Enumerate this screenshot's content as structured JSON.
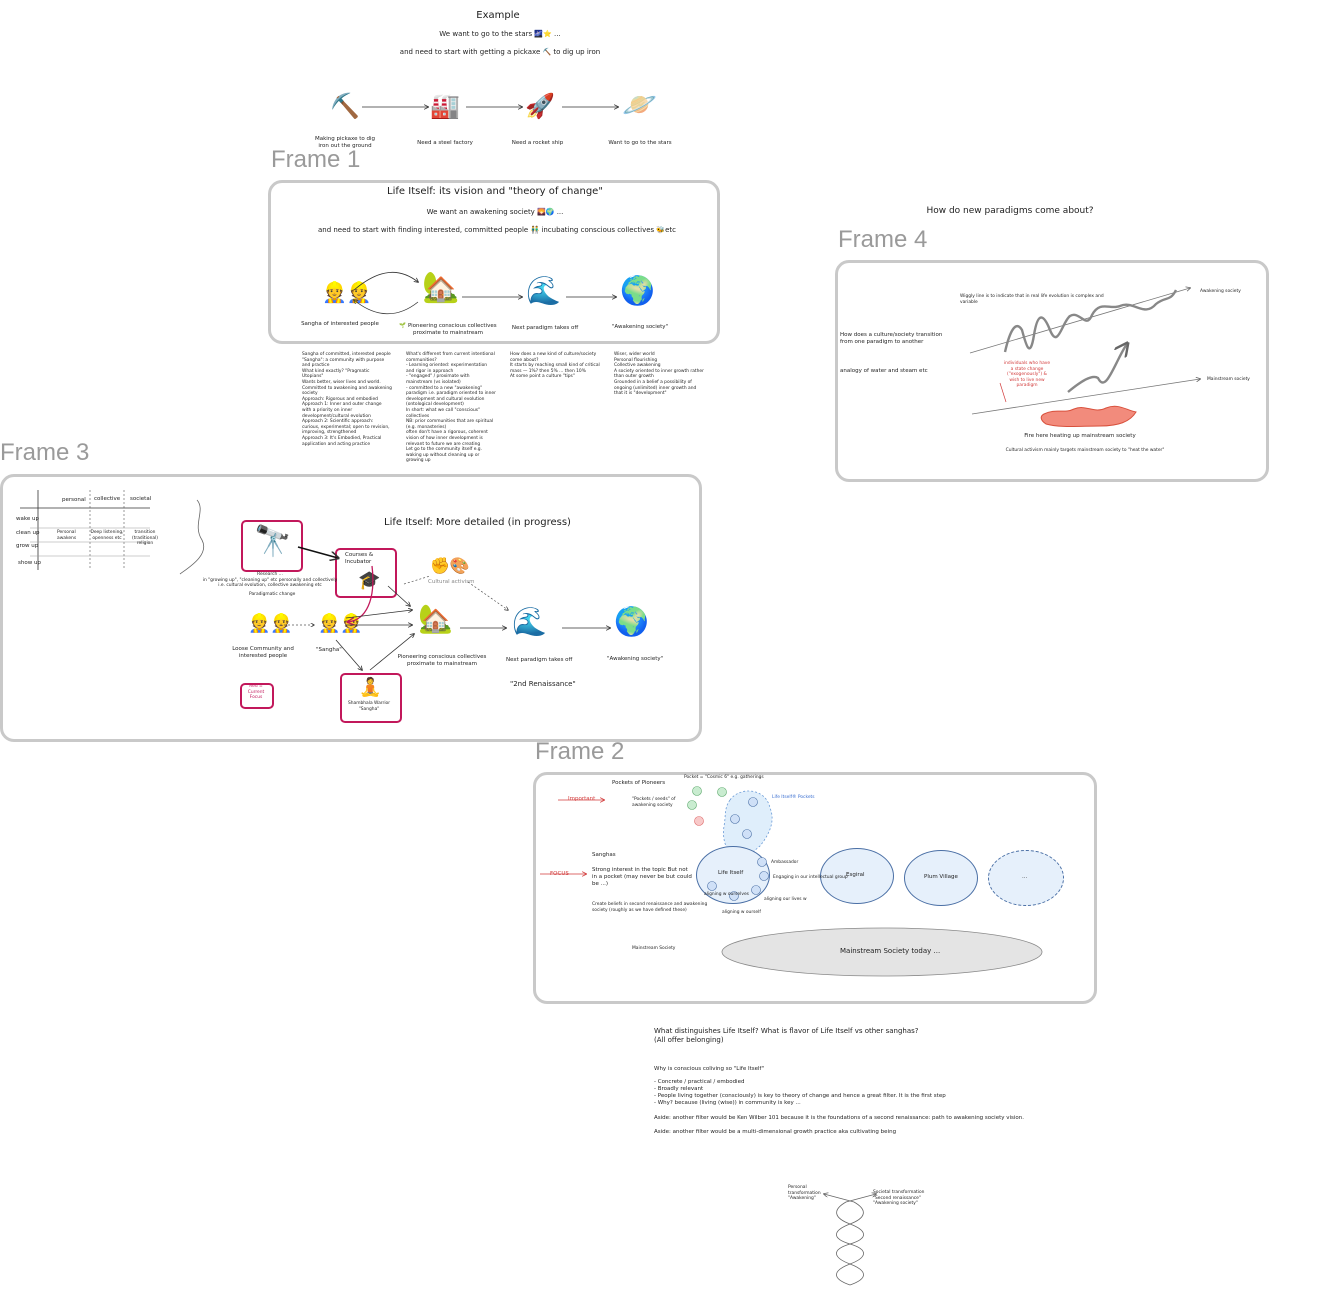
{
  "frames": {
    "frame1_label": "Frame 1",
    "frame2_label": "Frame 2",
    "frame3_label": "Frame 3",
    "frame4_label": "Frame 4"
  },
  "example": {
    "title": "Example",
    "line1": "We want to go to the stars 🌌⭐ ...",
    "line2": "and need to start with getting a pickaxe ⛏️ to dig up iron",
    "icons": [
      "⛏️",
      "🏭",
      "🚀",
      "🪐"
    ],
    "labels": [
      "Making pickaxe to dig iron out the ground",
      "Need a steel factory",
      "Need a rocket ship",
      "Want to go to the stars"
    ]
  },
  "frame1": {
    "title": "Life Itself: its vision and \"theory of change\"",
    "line1": "We want an awakening society 🌄🌍 ...",
    "line2": "and need to start with finding interested, committed people 👬 incubating conscious collectives 🐝etc",
    "icons": [
      "👷👷",
      "🏡",
      "🌊",
      "🌍"
    ],
    "labels": [
      "Sangha of interested people",
      "🌱 Pioneering conscious collectives proximate to mainstream",
      "Next paradigm takes off",
      "\"Awakening society\""
    ]
  },
  "notes": {
    "col1": "Sangha of committed, interested people\n\"Sangha\": a community with purpose and practice\nWhat kind exactly? \"Pragmatic Utopians\"\nWants better, wiser lives and world. Committed to awakening and awakening society\nApproach: Rigorous and embodied\nApproach 1: Inner and outer change with a priority on inner development/cultural evolution\nApproach 2: Scientific approach: curious, experimental; open to revision, improving, strengthened\nApproach 3: It's Embodied, Practical application and acting practice",
    "col2": "What's different from current intentional communities?\n- Learning oriented: experimentation and rigor in approach\n- \"engaged\" / proximate with mainstream (vs isolated)\n- committed to a new \"awakening\" paradigm i.e. paradigm oriented to inner development and cultural evolution (ontological development)\nIn short: what we call \"conscious\" collectives\nNB: prior communities that are spiritual (e.g. monasteries)\noften don't have a rigorous, coherent vision of how inner development is relevant to future we are creating\nLet go to the community itself e.g. waking up without cleaning up or growing up",
    "col3": "How does a new kind of culture/society come about?\nIt starts by reaching small kind of critical mass — 1%? then 5% ... then 10%\nAt some point a culture \"tips\"",
    "col4": "Wiser, wider world\nPersonal flourishing\nCollective awakening\nA society oriented to inner growth rather than outer growth\nGrounded in a belief a possibility of ongoing (unlimited) inner growth and that it is \"development\""
  },
  "frame3": {
    "title": "Life Itself: More detailed (in progress)",
    "matrix_cols": [
      "personal",
      "collective",
      "societal"
    ],
    "matrix_rows": [
      "wake up",
      "clean up",
      "grow up",
      "show up"
    ],
    "matrix_cells": [
      "Personal awakens",
      "Deep listening, openness etc",
      "transition (traditional) religion"
    ],
    "icons": [
      "🔭",
      "🎓",
      "✊🎨",
      "👷👷",
      "👷👷",
      "🏡",
      "🌊",
      "🌍",
      "🧘"
    ],
    "courses_label": "Courses & Incubator",
    "cultural_activism": "Cultural activism",
    "research_text": "Research ...\nin \"growing up\", \"cleaning up\" etc personally and collectively i.e. cultural evolution, collective awakening etc",
    "paradigmatic": "Paradigmatic change",
    "loose_community": "Loose Community and interested people",
    "sangha": "\"Sangha\"",
    "pioneering": "Pioneering conscious collectives proximate to mainstream",
    "next_paradigm": "Next paradigm takes off",
    "awakening": "\"Awakening society\"",
    "renaissance": "\"2nd Renaissance\"",
    "shambhala": "Shambhala Warrior \"Sangha\"",
    "red_focus": "Red = Current Focus"
  },
  "frame4": {
    "heading": "How do new paradigms come about?",
    "question": "How does a culture/society transition from one paradigm to another",
    "analogy": "analogy of water and steam etc",
    "top_note": "Wiggly line is to indicate that in real life evolution is complex and variable",
    "awakening_label": "Awakening society",
    "mainstream_label": "Mainstream society",
    "red_note": "individuals who have a state change (\"exogenously\") & wish to live new paradigm",
    "fire_label": "Fire here heating up mainstream society",
    "bottom_note": "Cultural activism mainly targets mainstream society to \"heat the water\""
  },
  "frame2": {
    "pockets": "Pockets of Pioneers",
    "pocket_note": "Pocket = \"Cosmic 6\" e.g. gatherings",
    "life_itself_pockets": "Life Itself® Pockets",
    "important": "Important",
    "pockets_seeds": "\"Pockets / seeds\" of awakening society",
    "sanghas_head": "Sanghas",
    "focus": "FOCUS",
    "sanghas_text": "Strong interest in the topic But not in a pocket (may never be but could be ...)",
    "sanghas_note": "Create beliefs in second renaissance and awakening society (roughly as we have defined these)",
    "life_itself": "Life Itself",
    "esgiral": "Esgiral",
    "plum_village": "Plum Village",
    "dots": "...",
    "mainstream_left": "Mainstream Society",
    "mainstream_today": "Mainstream Society today ...",
    "small_labels": [
      "Ambassador",
      "Engaging in our intellectual group",
      "aligning our lives w",
      "aligning w ourselves",
      "aligning w ourself"
    ]
  },
  "bottom": {
    "q1": "What distinguishes Life Itself? What is flavor of Life Itself vs other sanghas?",
    "q1b": "(All offer belonging)",
    "q2": "Why is conscious coliving so \"Life Itself\"",
    "bullets": "- Concrete / practical / embodied\n- Broadly relevant\n- People living together (consciously) is key to theory of change and hence a great filter. It is the first step\n   - Why? because (living (wise)) in community is key ...",
    "aside1": "Aside: another filter would be Ken Wilber 101 because it is the foundations of a second renaissance: path to awakening society vision.",
    "aside2": "Aside: another filter would be a multi-dimensional growth practice aka cultivating being",
    "helix_left": "Personal transformation\n\"Awakening\"",
    "helix_right": "Societal transformation\n\"Second renaissance\"\n\"Awakening society\""
  }
}
